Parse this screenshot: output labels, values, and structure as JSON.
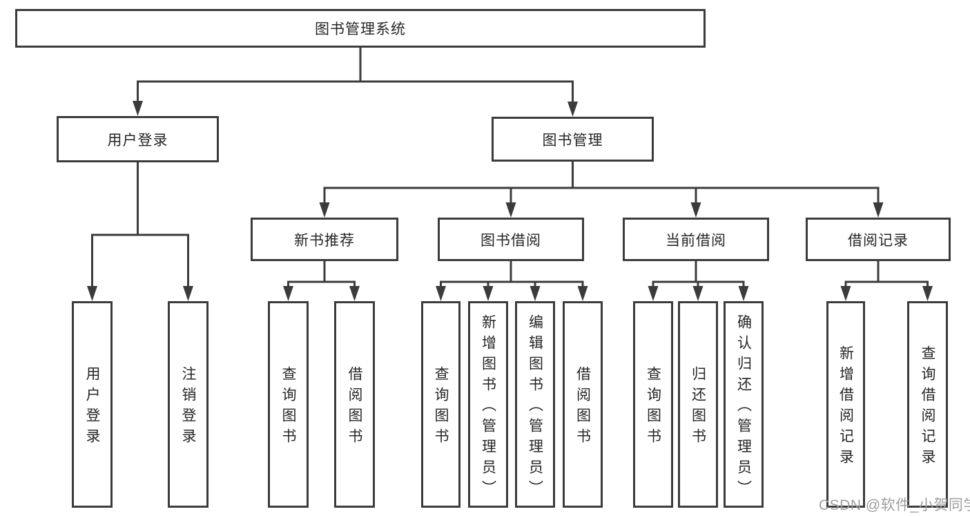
{
  "diagram": {
    "type": "tree",
    "root": {
      "label": "图书管理系统",
      "children": [
        {
          "label": "用户登录",
          "children": [
            {
              "label": "用户登录"
            },
            {
              "label": "注销登录"
            }
          ]
        },
        {
          "label": "图书管理",
          "children": [
            {
              "label": "新书推荐",
              "children": [
                {
                  "label": "查询图书"
                },
                {
                  "label": "借阅图书"
                }
              ]
            },
            {
              "label": "图书借阅",
              "children": [
                {
                  "label": "查询图书"
                },
                {
                  "label": "新增图书（管理员）"
                },
                {
                  "label": "编辑图书（管理员）"
                },
                {
                  "label": "借阅图书"
                }
              ]
            },
            {
              "label": "当前借阅",
              "children": [
                {
                  "label": "查询图书"
                },
                {
                  "label": "归还图书"
                },
                {
                  "label": "确认归还（管理员）"
                }
              ]
            },
            {
              "label": "借阅记录",
              "children": [
                {
                  "label": "新增借阅记录"
                },
                {
                  "label": "查询借阅记录"
                }
              ]
            }
          ]
        }
      ]
    }
  },
  "watermark": {
    "text": "CSDN @软件_小贺同学"
  },
  "colors": {
    "line": "#3b3b3b",
    "text": "#262626",
    "watermark": "#9e9e9e",
    "background": "#ffffff"
  }
}
